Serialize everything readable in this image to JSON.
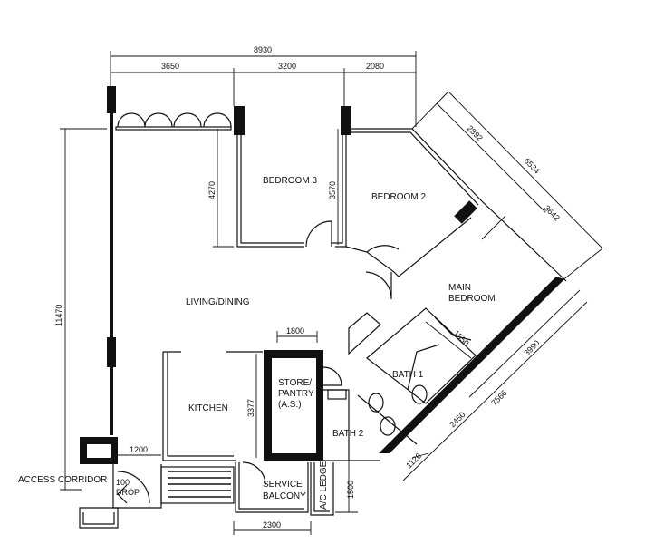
{
  "rooms": {
    "bedroom3": "BEDROOM 3",
    "bedroom2": "BEDROOM 2",
    "main_bedroom_1": "MAIN",
    "main_bedroom_2": "BEDROOM",
    "living_dining": "LIVING/DINING",
    "kitchen": "KITCHEN",
    "store_1": "STORE/",
    "store_2": "PANTRY",
    "store_3": "(A.S.)",
    "bath1": "BATH  1",
    "bath2": "BATH  2",
    "service_1": "SERVICE",
    "service_2": "BALCONY",
    "ac_ledge": "A/C  LEDGE",
    "access_corridor": "ACCESS  CORRIDOR",
    "refuse_1": "100",
    "refuse_2": "DROP"
  },
  "dimensions": {
    "total_width": "8930",
    "w1": "3650",
    "w2": "3200",
    "w3": "2080",
    "total_height": "11470",
    "bed3_depth": "4270",
    "bed2_depth": "3570",
    "diag_a": "2892",
    "diag_total": "6534",
    "diag_b": "3642",
    "bath1_w": "1550",
    "diag_c": "3990",
    "diag_total2": "7566",
    "diag_d": "2450",
    "diag_e": "1126",
    "store_w": "1800",
    "kitchen_depth": "3377",
    "corridor_w": "1200",
    "balcony_w": "2300",
    "ledge_depth": "1500"
  }
}
